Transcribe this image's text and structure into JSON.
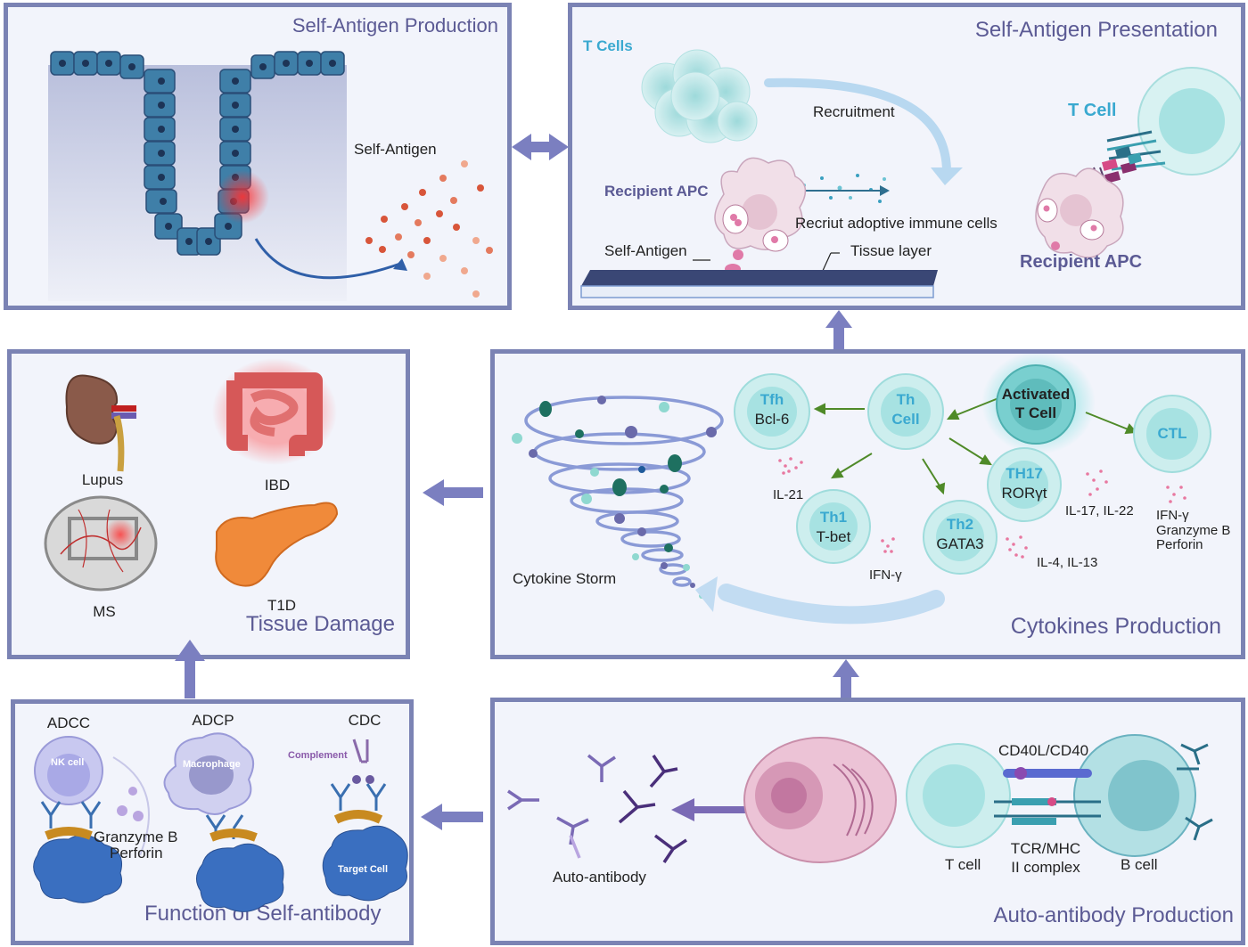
{
  "panels": {
    "p1": {
      "title": "Self-Antigen Production",
      "label": "Self-Antigen"
    },
    "p2": {
      "title": "Self-Antigen Presentation",
      "tcells": "T Cells",
      "recruitment": "Recruitment",
      "recipient_apc": "Recipient APC",
      "recruit_text": "Recriut adoptive immune cells",
      "self_antigen": "Self-Antigen",
      "tissue_layer": "Tissue layer",
      "tcell": "T Cell",
      "recipient_apc2": "Recipient APC"
    },
    "p3": {
      "title": "Tissue Damage",
      "lupus": "Lupus",
      "ibd": "IBD",
      "ms": "MS",
      "t1d": "T1D"
    },
    "p4": {
      "title": "Cytokines Production",
      "storm": "Cytokine Storm",
      "tfh": "Tfh",
      "bcl6": "Bcl-6",
      "th": "Th",
      "thcell": "Cell",
      "activated": "Activated",
      "activated2": "T Cell",
      "ctl": "CTL",
      "th1": "Th1",
      "tbet": "T-bet",
      "th2": "Th2",
      "gata3": "GATA3",
      "th17": "TH17",
      "roryt": "RORγt",
      "il21": "IL-21",
      "ifng": "IFN-γ",
      "il4": "IL-4, IL-13",
      "il17": "IL-17, IL-22",
      "ctl_out1": "IFN-γ",
      "ctl_out2": "Granzyme B",
      "ctl_out3": "Perforin"
    },
    "p5": {
      "title": "Function of  Self-antibody",
      "adcc": "ADCC",
      "adcp": "ADCP",
      "cdc": "CDC",
      "nk": "NK cell",
      "macrophage": "Macrophage",
      "complement": "Complement",
      "granzyme": "Granzyme B",
      "perforin": "Perforin",
      "target": "Target Cell"
    },
    "p6": {
      "title": "Auto-antibody Production",
      "autoab": "Auto-antibody",
      "cd40": "CD40L/CD40",
      "tcr1": "TCR/MHC",
      "tcr2": "II complex",
      "tcell": "T cell",
      "bcell": "B cell"
    }
  },
  "colors": {
    "border": "#7b83b4",
    "title": "#5b5a94",
    "panel_bg": "#f2f4fb",
    "arrow": "#7b7fc0",
    "cell_teal": "#a7e2e2",
    "label_blue": "#3aa9d0"
  }
}
